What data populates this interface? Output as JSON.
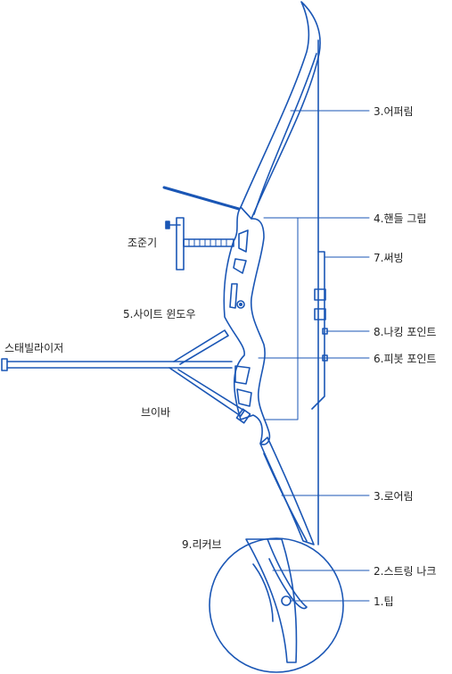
{
  "colors": {
    "stroke": "#1a56b5",
    "text": "#222222",
    "fill": "#ffffff"
  },
  "labels": {
    "upper_limb": "3.어퍼림",
    "handle_grip": "4.핸들 그립",
    "serving": "7.써빙",
    "nocking_point": "8.나킹 포인트",
    "pivot_point": "6.피봇 포인트",
    "lower_limb": "3.로어림",
    "string_nock": "2.스트링 나크",
    "tip": "1.팁",
    "sight": "조준기",
    "sight_window": "5.사이트 윈도우",
    "stabilizer": "스태빌라이저",
    "v_bar": "브이바",
    "recurve": "9.리커브"
  }
}
